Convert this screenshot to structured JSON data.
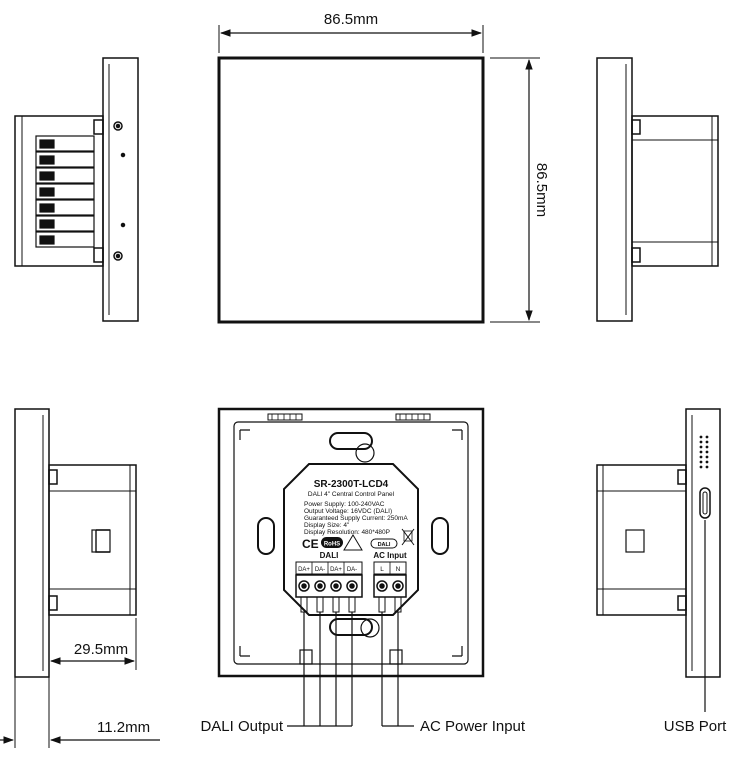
{
  "dimensions": {
    "width": "86.5mm",
    "height": "86.5mm",
    "depth": "29.5mm",
    "thickness": "11.2mm"
  },
  "callouts": {
    "dali_output": "DALI Output",
    "ac_power_input": "AC Power Input",
    "usb_port": "USB Port"
  },
  "label": {
    "model": "SR-2300T-LCD4",
    "subtitle": "DALI 4\" Central Control Panel",
    "specs": [
      "Power Supply: 100-240VAC",
      "Output Voltage: 16VDC (DALI)",
      "Guaranteed Supply Current: 250mA",
      "Display Size: 4\"",
      "Display Resolution: 480*480P"
    ],
    "ce_mark": "CE",
    "rohs_mark": "RoHS",
    "dali_mark": "DALI",
    "dali_group": "DALI",
    "ac_group": "AC Input",
    "dali_terminals": [
      "DA+",
      "DA-",
      "DA+",
      "DA-"
    ],
    "ac_terminals": [
      "L",
      "N"
    ]
  }
}
